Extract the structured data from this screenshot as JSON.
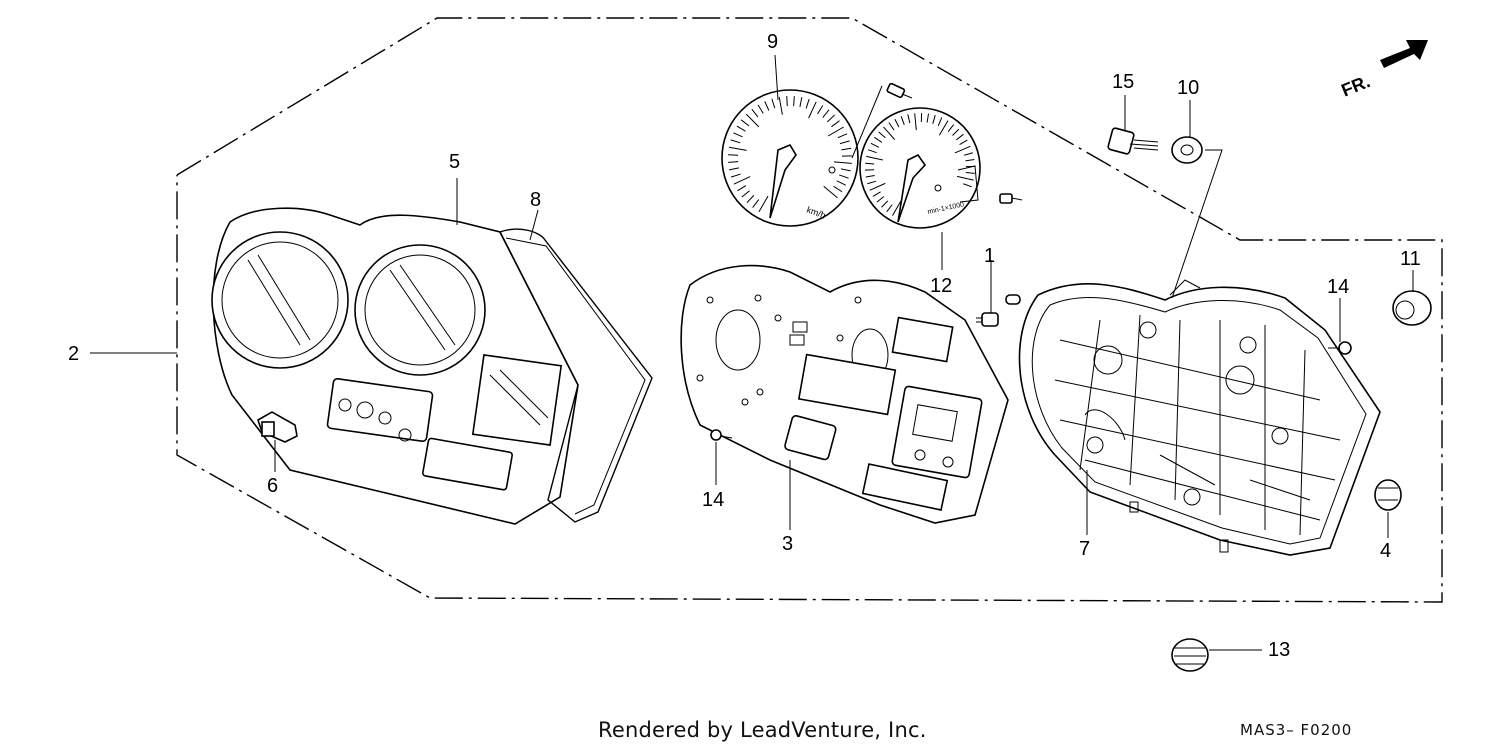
{
  "diagram": {
    "callouts": [
      "1",
      "2",
      "3",
      "4",
      "5",
      "6",
      "7",
      "8",
      "9",
      "10",
      "11",
      "12",
      "13",
      "14",
      "14",
      "15"
    ],
    "direction_label": "FR.",
    "dial_labels": {
      "speed": "km/h",
      "rpm": "min-1×1000"
    }
  },
  "footer": {
    "credit": "Rendered by LeadVenture, Inc.",
    "code": "MAS3– F0200"
  }
}
